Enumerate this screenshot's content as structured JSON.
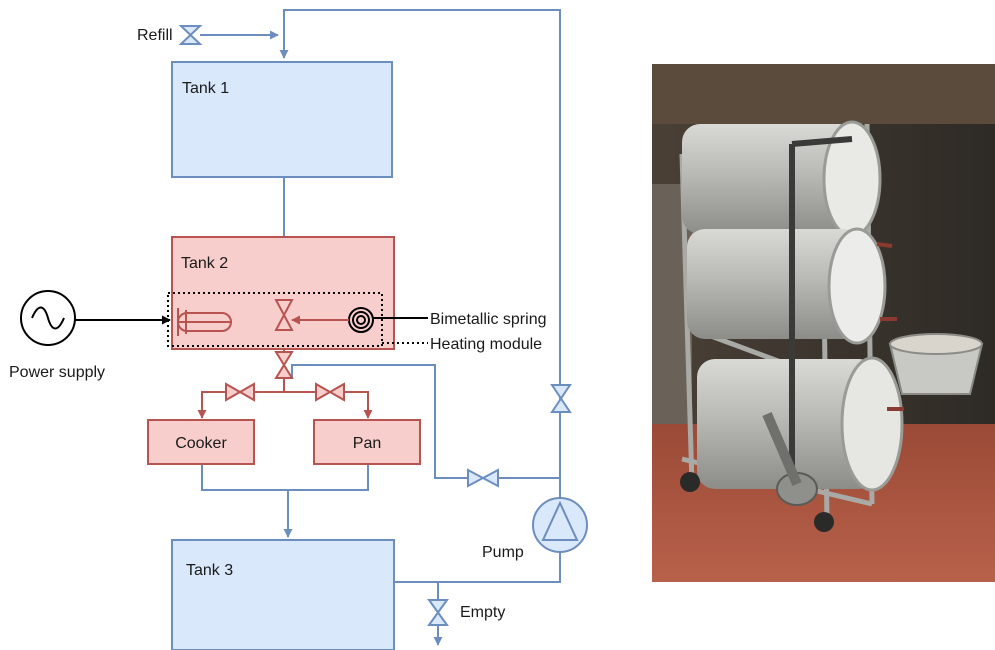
{
  "diagram": {
    "labels": {
      "refill": "Refill",
      "tank1": "Tank 1",
      "tank2": "Tank 2",
      "tank3": "Tank 3",
      "cooker": "Cooker",
      "pan": "Pan",
      "power_supply": "Power supply",
      "bimetallic_spring": "Bimetallic spring",
      "heating_module": "Heating module",
      "pump": "Pump",
      "empty": "Empty"
    },
    "colors": {
      "water_line": "#6c8ebf",
      "water_fill": "#dae8fc",
      "hot_line": "#b85450",
      "hot_fill": "#f8cecc",
      "power_line": "#000000"
    }
  }
}
